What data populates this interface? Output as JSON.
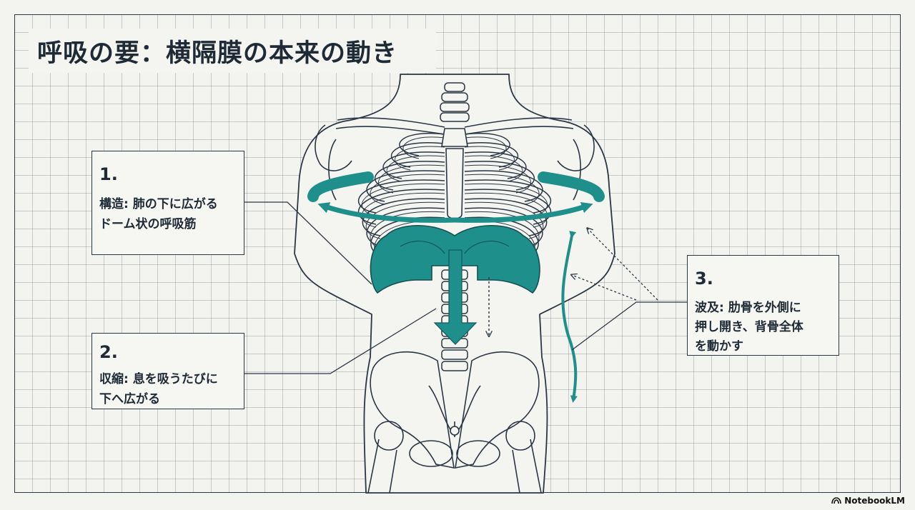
{
  "title": "呼吸の要：横隔膜の本来の動き",
  "callouts": [
    {
      "number": "1.",
      "text": "構造: 肺の下に広がる\nドーム状の呼吸筋"
    },
    {
      "number": "2.",
      "text": "収縮: 息を吸うたびに\n下へ広がる"
    },
    {
      "number": "3.",
      "text": "波及: 肋骨を外側に\n押し開き、背骨全体\nを動かす"
    }
  ],
  "brand": "NotebookLM",
  "colors": {
    "accent": "#1e8f8a",
    "line": "#2a3644",
    "background": "#f3f3ef"
  },
  "icons": {
    "brand_icon": "notebooklm-logo-icon"
  }
}
